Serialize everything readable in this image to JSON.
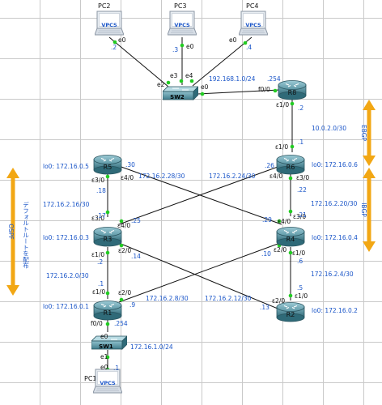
{
  "nodes": {
    "pc2": {
      "name": "PC2",
      "badge": "VPCS"
    },
    "pc3": {
      "name": "PC3",
      "badge": "VPCS"
    },
    "pc4": {
      "name": "PC4",
      "badge": "VPCS"
    },
    "pc1": {
      "name": "PC1",
      "badge": "VPCS"
    },
    "sw2": {
      "name": "SW2"
    },
    "sw1": {
      "name": "SW1"
    },
    "r1": {
      "name": "R1"
    },
    "r2": {
      "name": "R2"
    },
    "r3": {
      "name": "R3"
    },
    "r4": {
      "name": "R4"
    },
    "r5": {
      "name": "R5"
    },
    "r6": {
      "name": "R6"
    },
    "r8": {
      "name": "R8"
    }
  },
  "ports": {
    "pc2_e0": "e0",
    "pc3_e0": "e0",
    "pc4_e0": "e0",
    "sw2_e2": "e2",
    "sw2_e3": "e3",
    "sw2_e4": "e4",
    "sw2_e0": "e0",
    "r8_f00": "f0/0",
    "r8_e10": "ε1/0",
    "r6_e10": "ε1/0",
    "r6_e40": "ε4/0",
    "r6_e30": "ε3/0",
    "r5_e30": "ε3/0",
    "r5_e40": "ε4/0",
    "r3_e30": "ε3/0",
    "r3_e40": "ε4/0",
    "r3_e20": "ε2/0",
    "r3_e10": "ε1/0",
    "r4_e30": "ε3/0",
    "r4_e40": "ε4/0",
    "r4_e20": "ε2/0",
    "r4_e10": "ε1/0",
    "r1_e10": "ε1/0",
    "r1_e20": "ε2/0",
    "r1_f00": "f0/0",
    "r2_e10": "ε1/0",
    "r2_e20": "ε2/0",
    "sw1_e0": "e0",
    "sw1_e1": "e1",
    "pc1_e0": "e0"
  },
  "hosts": {
    "pc2": ".2",
    "pc3": ".3",
    "pc4": ".4",
    "r8_f00": ".254",
    "r8_e10": ".2",
    "r6_e10": ".1",
    "r6_e40": ".26",
    "r6_e30": ".22",
    "r5_e40": ".30",
    "r5_e30": ".18",
    "r3_e30": ".17",
    "r3_e40": ".25",
    "r3_e10": ".2",
    "r3_e20": ".14",
    "r4_e40": ".29",
    "r4_e30": ".21",
    "r4_e20": ".10",
    "r4_e10": ".6",
    "r1_e10": ".1",
    "r1_e20": ".9",
    "r1_f00": ".254",
    "r2_e20": ".13",
    "r2_e10": ".5",
    "pc1": ".1"
  },
  "subnets": {
    "lan2": "192.168.1.0/24",
    "r6_r8": "10.0.2.0/30",
    "r5_r4": "172.16.2.28/30",
    "r6_r3": "172.16.2.24/30",
    "r5_r3": "172.16.2.16/30",
    "r6_r4": "172.16.2.20/30",
    "r3_r1": "172.16.2.0/30",
    "r4_r2": "172.16.2.4/30",
    "r1_r4": "172.16.2.8/30",
    "r3_r2": "172.16.2.12/30",
    "lan1": "172.16.1.0/24"
  },
  "loopbacks": {
    "r5": "lo0: 172.16.0.5",
    "r3": "lo0: 172.16.0.3",
    "r1": "lo0: 172.16.0.1",
    "r6": "lo0: 172.16.0.6",
    "r4": "lo0: 172.16.0.4",
    "r2": "lo0: 172.16.0.2"
  },
  "areas": {
    "ospf": "OSPF",
    "ebgp": "EBGP",
    "ibgp": "IBGP",
    "default_route_note": "デフォルトルートを配布"
  },
  "colors": {
    "link": "#111111",
    "port_dot": "#22cc22",
    "ip_text": "#1a55c8",
    "arrow": "#f2a714",
    "router_body": "#3f7f8e",
    "switch_body": "#4d8a9a",
    "grid": "#c9c9c9"
  }
}
